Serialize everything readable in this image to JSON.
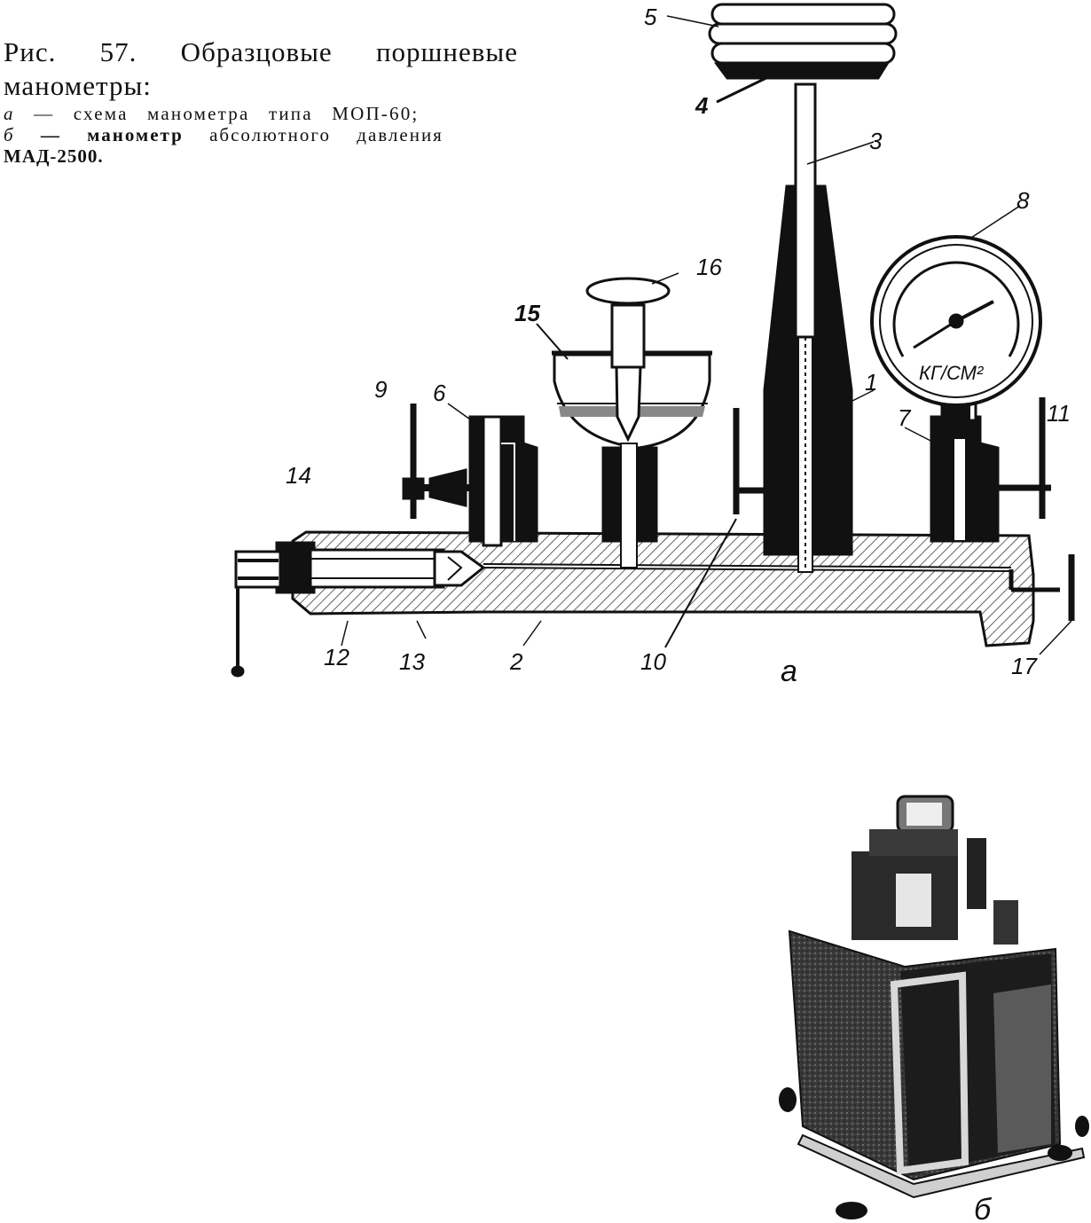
{
  "caption": {
    "title": "Рис. 57. Образцовые поршневые манометры:",
    "line_a_marker": "а",
    "line_a_text": " — схема манометра типа МОП-60;",
    "line_b_marker": "б",
    "line_b_bold": " — манометр",
    "line_b_text": " абсолютного давления",
    "line_c": "МАД-2500."
  },
  "figure_a": {
    "sublabel": "а",
    "gauge_units": "КГ/СМ²",
    "labels": {
      "n1": "1",
      "n2": "2",
      "n3": "3",
      "n4": "4",
      "n5": "5",
      "n6": "6",
      "n7": "7",
      "n8": "8",
      "n9": "9",
      "n10": "10",
      "n11": "11",
      "n12": "12",
      "n13": "13",
      "n14": "14",
      "n15": "15",
      "n16": "16",
      "n17": "17"
    }
  },
  "figure_b": {
    "sublabel": "б"
  }
}
